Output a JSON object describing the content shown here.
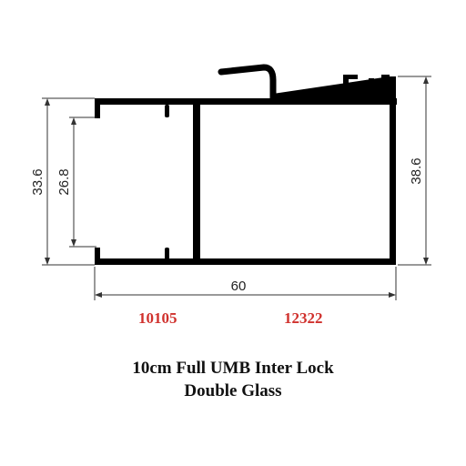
{
  "dimensions": {
    "outer_left_height": "33.6",
    "inner_left_height": "26.8",
    "right_height": "38.6",
    "width": "60"
  },
  "codes": {
    "left": "10105",
    "right": "12322"
  },
  "caption": {
    "line1": "10cm Full UMB Inter Lock",
    "line2": "Double Glass"
  },
  "colors": {
    "profile": "#000000",
    "dimension_line": "#333333",
    "code_text": "#d0312d"
  }
}
